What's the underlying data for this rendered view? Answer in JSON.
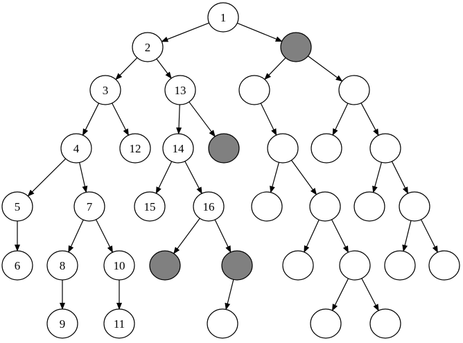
{
  "diagram": {
    "type": "tree",
    "colors": {
      "node_fill": "#ffffff",
      "highlight_fill": "#808080",
      "stroke": "#000000"
    },
    "nodes": [
      {
        "id": "n1",
        "label": "1",
        "shaded": false
      },
      {
        "id": "n2",
        "label": "2",
        "shaded": false
      },
      {
        "id": "gA",
        "label": "",
        "shaded": true
      },
      {
        "id": "n3",
        "label": "3",
        "shaded": false
      },
      {
        "id": "n13",
        "label": "13",
        "shaded": false
      },
      {
        "id": "bB",
        "label": "",
        "shaded": false
      },
      {
        "id": "bC",
        "label": "",
        "shaded": false
      },
      {
        "id": "n4",
        "label": "4",
        "shaded": false
      },
      {
        "id": "n12",
        "label": "12",
        "shaded": false
      },
      {
        "id": "n14",
        "label": "14",
        "shaded": false
      },
      {
        "id": "gD",
        "label": "",
        "shaded": true
      },
      {
        "id": "bE",
        "label": "",
        "shaded": false
      },
      {
        "id": "bF",
        "label": "",
        "shaded": false
      },
      {
        "id": "bG",
        "label": "",
        "shaded": false
      },
      {
        "id": "n5",
        "label": "5",
        "shaded": false
      },
      {
        "id": "n7",
        "label": "7",
        "shaded": false
      },
      {
        "id": "n15",
        "label": "15",
        "shaded": false
      },
      {
        "id": "n16",
        "label": "16",
        "shaded": false
      },
      {
        "id": "bH",
        "label": "",
        "shaded": false
      },
      {
        "id": "bI",
        "label": "",
        "shaded": false
      },
      {
        "id": "bJ",
        "label": "",
        "shaded": false
      },
      {
        "id": "bK",
        "label": "",
        "shaded": false
      },
      {
        "id": "n6",
        "label": "6",
        "shaded": false
      },
      {
        "id": "n8",
        "label": "8",
        "shaded": false
      },
      {
        "id": "n10",
        "label": "10",
        "shaded": false
      },
      {
        "id": "gL",
        "label": "",
        "shaded": true
      },
      {
        "id": "gM",
        "label": "",
        "shaded": true
      },
      {
        "id": "bN",
        "label": "",
        "shaded": false
      },
      {
        "id": "bO",
        "label": "",
        "shaded": false
      },
      {
        "id": "bP",
        "label": "",
        "shaded": false
      },
      {
        "id": "bQ",
        "label": "",
        "shaded": false
      },
      {
        "id": "n9",
        "label": "9",
        "shaded": false
      },
      {
        "id": "n11",
        "label": "11",
        "shaded": false
      },
      {
        "id": "bR",
        "label": "",
        "shaded": false
      },
      {
        "id": "bS",
        "label": "",
        "shaded": false
      },
      {
        "id": "bT",
        "label": "",
        "shaded": false
      }
    ],
    "edges": [
      [
        "n1",
        "n2"
      ],
      [
        "n1",
        "gA"
      ],
      [
        "n2",
        "n3"
      ],
      [
        "n2",
        "n13"
      ],
      [
        "n3",
        "n4"
      ],
      [
        "n3",
        "n12"
      ],
      [
        "n13",
        "n14"
      ],
      [
        "n13",
        "gD"
      ],
      [
        "gA",
        "bB"
      ],
      [
        "gA",
        "bC"
      ],
      [
        "bB",
        "bE"
      ],
      [
        "bC",
        "bF"
      ],
      [
        "bC",
        "bG"
      ],
      [
        "n4",
        "n5"
      ],
      [
        "n4",
        "n7"
      ],
      [
        "n14",
        "n15"
      ],
      [
        "n14",
        "n16"
      ],
      [
        "bE",
        "bH"
      ],
      [
        "bE",
        "bI"
      ],
      [
        "bG",
        "bJ"
      ],
      [
        "bG",
        "bK"
      ],
      [
        "n5",
        "n6"
      ],
      [
        "n7",
        "n8"
      ],
      [
        "n7",
        "n10"
      ],
      [
        "n16",
        "gL"
      ],
      [
        "n16",
        "gM"
      ],
      [
        "bI",
        "bN"
      ],
      [
        "bI",
        "bO"
      ],
      [
        "bK",
        "bP"
      ],
      [
        "bK",
        "bQ"
      ],
      [
        "n8",
        "n9"
      ],
      [
        "n10",
        "n11"
      ],
      [
        "gM",
        "bR"
      ],
      [
        "bO",
        "bS"
      ],
      [
        "bO",
        "bT"
      ]
    ]
  }
}
